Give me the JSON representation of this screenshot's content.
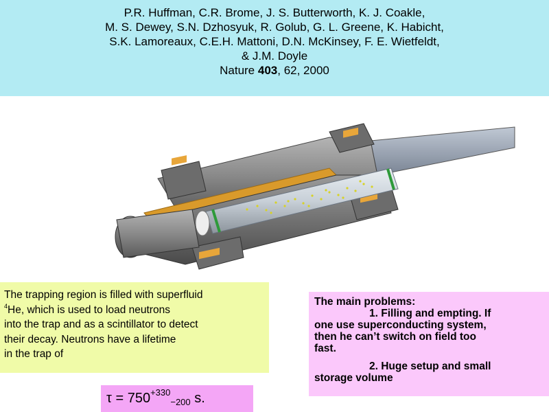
{
  "header": {
    "authors_line1": "P.R. Huffman, C.R. Brome, J. S. Butterworth, K. J. Coakle,",
    "authors_line2": "M. S. Dewey, S.N. Dzhosyuk, R. Golub, G. L. Greene, K. Habicht,",
    "authors_line3": "S.K. Lamoreaux, C.E.H. Mattoni, D.N. McKinsey, F. E. Wietfeldt,",
    "authors_line4": "& J.M. Doyle",
    "journal": "Nature",
    "volume": "403",
    "citation_rest": ", 62, 2000"
  },
  "description": {
    "line1": "The trapping region is filled with superfluid",
    "isotope_mass": "4",
    "line2_rest": "He, which is used to load neutrons",
    "line3": "into the trap and as a scintillator to detect",
    "line4": "their decay. Neutrons have a lifetime",
    "line5": "in the trap of"
  },
  "problems": {
    "title": "The main problems:",
    "item1_line1": "1. Filling and empting. If",
    "item1_line2": "one use superconducting system,",
    "item1_line3": "then he can’t switch on field too",
    "item1_line4": "fast.",
    "item2_line1": "2. Huge setup and small",
    "item2_line2": "storage volume"
  },
  "lifetime": {
    "symbol": "τ = 750",
    "plus": "+330",
    "minus": "−200",
    "unit": " s."
  },
  "colors": {
    "header_bg": "#b3ebf3",
    "description_bg": "#f0fba8",
    "problems_bg": "#fbc8fb",
    "formula_bg": "#f4a6f6",
    "coil_orange": "#e8a63a",
    "steel_gray": "#8a8a8a"
  }
}
